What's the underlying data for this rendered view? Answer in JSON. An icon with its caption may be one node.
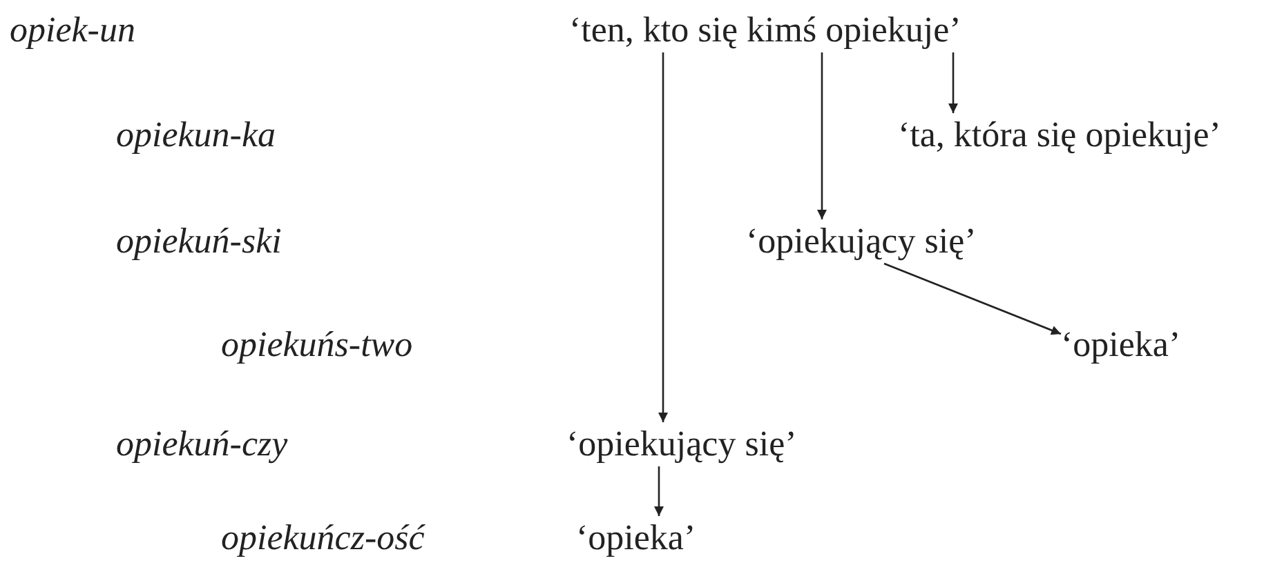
{
  "diagram": {
    "nodes": [
      {
        "text": [
          "‘ten, kto się kimś opiekuje’"
        ]
      },
      {
        "text": [
          "‘ta, która się opiekuje’"
        ]
      },
      {
        "text": [
          "‘opiekujący się’"
        ]
      },
      {
        "text": [
          "‘opieka’"
        ]
      },
      {
        "text": [
          "‘opiekujący się’"
        ]
      },
      {
        "text": [
          "‘opieka’"
        ]
      }
    ],
    "edges": [
      {
        "from": 0,
        "to": 4,
        "arrow": "to"
      },
      {
        "from": 0,
        "to": 2,
        "arrow": "to"
      },
      {
        "from": 0,
        "to": 1,
        "arrow": "to"
      },
      {
        "from": 2,
        "to": 3,
        "arrow": "to"
      },
      {
        "from": 4,
        "to": 5,
        "arrow": "to"
      }
    ],
    "labels": [
      "opiek-un",
      "opiekun-ka",
      "opiekuń-ski",
      "opiekuńs-two",
      "opiekuń-czy",
      "opiekuńcz-ość"
    ]
  }
}
